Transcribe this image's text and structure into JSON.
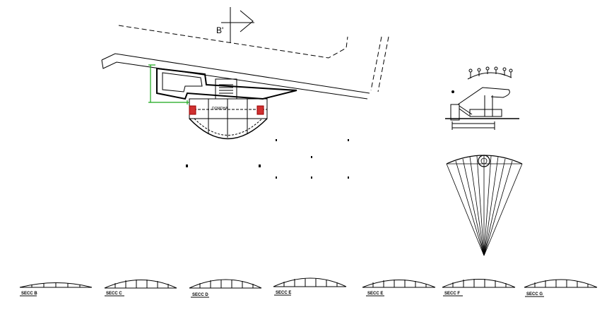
{
  "section_marker": {
    "label": "B'"
  },
  "plan": {
    "room_label": "DOMOHA"
  },
  "sections": [
    {
      "label": "SECC B"
    },
    {
      "label": "SECC C"
    },
    {
      "label": "SECC D"
    },
    {
      "label": "SECC E"
    },
    {
      "label": "SECC E"
    },
    {
      "label": "SECC F"
    },
    {
      "label": "SECC G"
    }
  ]
}
